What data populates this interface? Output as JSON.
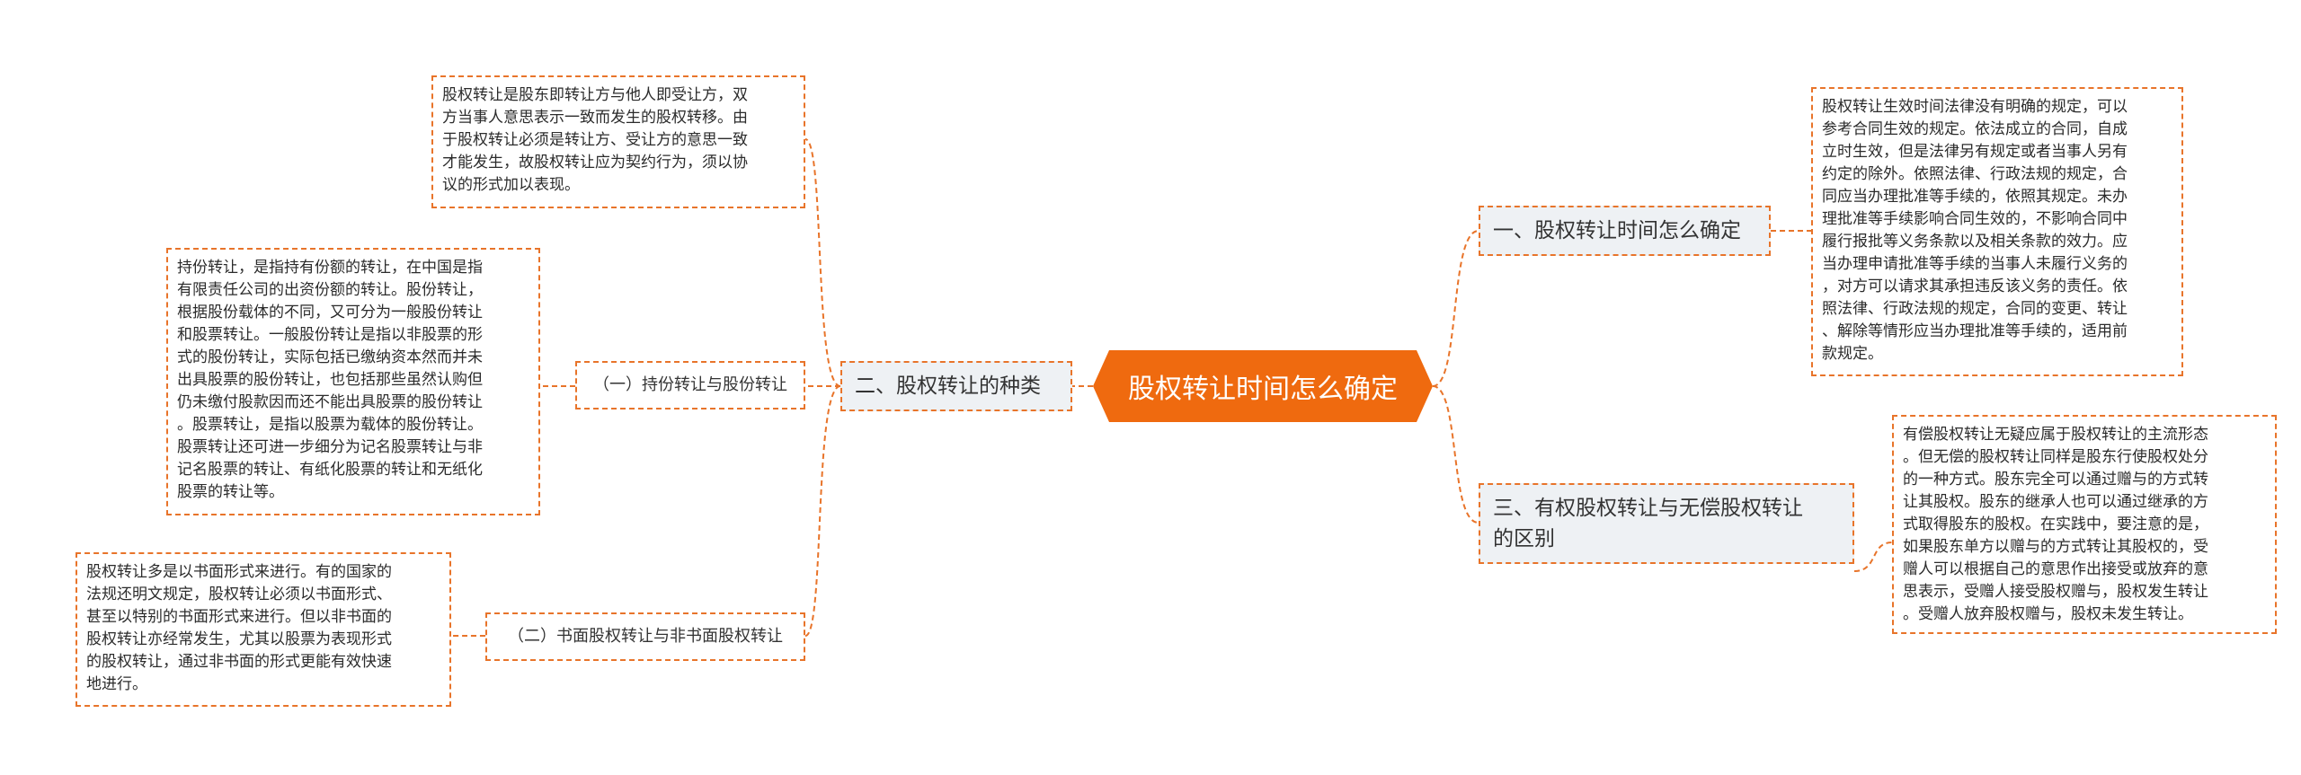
{
  "root": {
    "title": "股权转让时间怎么确定"
  },
  "colors": {
    "accent": "#e8742a",
    "root_fill": "#ef6a0f",
    "branch_bg": "#eef1f4"
  },
  "branches": {
    "b1": {
      "label": "一、股权转让时间怎么确定",
      "note": "股权转让生效时间法律没有明确的规定，可以\n参考合同生效的规定。依法成立的合同，自成\n立时生效，但是法律另有规定或者当事人另有\n约定的除外。依照法律、行政法规的规定，合\n同应当办理批准等手续的，依照其规定。未办\n理批准等手续影响合同生效的，不影响合同中\n履行报批等义务条款以及相关条款的效力。应\n当办理申请批准等手续的当事人未履行义务的\n，对方可以请求其承担违反该义务的责任。依\n照法律、行政法规的规定，合同的变更、转让\n、解除等情形应当办理批准等手续的，适用前\n款规定。"
    },
    "b2": {
      "label": "二、股权转让的种类",
      "note": "股权转让是股东即转让方与他人即受让方，双\n方当事人意思表示一致而发生的股权转移。由\n于股权转让必须是转让方、受让方的意思一致\n才能发生，故股权转让应为契约行为，须以协\n议的形式加以表现。",
      "subs": [
        {
          "label": "（一）持份转让与股份转让",
          "note": "持份转让，是指持有份额的转让，在中国是指\n有限责任公司的出资份额的转让。股份转让，\n根据股份载体的不同，又可分为一般股份转让\n和股票转让。一般股份转让是指以非股票的形\n式的股份转让，实际包括已缴纳资本然而并未\n出具股票的股份转让，也包括那些虽然认购但\n仍未缴付股款因而还不能出具股票的股份转让\n。股票转让，是指以股票为载体的股份转让。\n股票转让还可进一步细分为记名股票转让与非\n记名股票的转让、有纸化股票的转让和无纸化\n股票的转让等。"
        },
        {
          "label": "（二）书面股权转让与非书面股权转让",
          "note": "股权转让多是以书面形式来进行。有的国家的\n法规还明文规定，股权转让必须以书面形式、\n甚至以特别的书面形式来进行。但以非书面的\n股权转让亦经常发生，尤其以股票为表现形式\n的股权转让，通过非书面的形式更能有效快速\n地进行。"
        }
      ]
    },
    "b3": {
      "label": "三、有权股权转让与无偿股权转让\n的区别",
      "note": "有偿股权转让无疑应属于股权转让的主流形态\n。但无偿的股权转让同样是股东行使股权处分\n的一种方式。股东完全可以通过赠与的方式转\n让其股权。股东的继承人也可以通过继承的方\n式取得股东的股权。在实践中，要注意的是，\n如果股东单方以赠与的方式转让其股权的，受\n赠人可以根据自己的意思作出接受或放弃的意\n思表示，受赠人接受股权赠与，股权发生转让\n。受赠人放弃股权赠与，股权未发生转让。"
    }
  }
}
